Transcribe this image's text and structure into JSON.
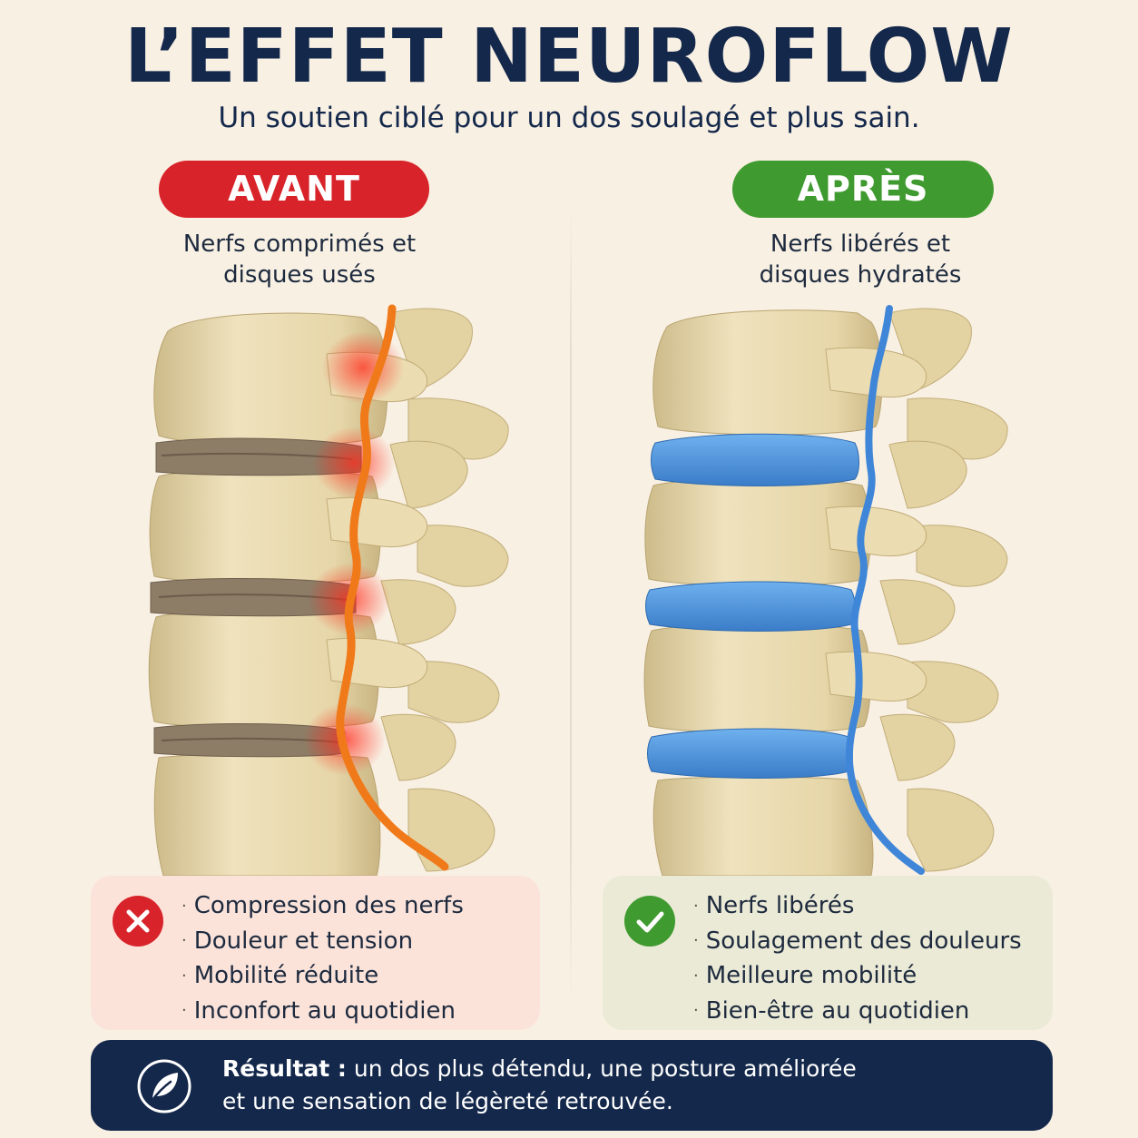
{
  "header": {
    "title": "L’EFFET NEUROFLOW",
    "subtitle": "Un soutien ciblé pour un dos soulagé et plus sain."
  },
  "before": {
    "label": "AVANT",
    "caption": "Nerfs comprimés et\ndisques usés",
    "status_icon": "cross-icon",
    "items": [
      "Compression des nerfs",
      "Douleur et tension",
      "Mobilité réduite",
      "Inconfort au quotidien"
    ]
  },
  "after": {
    "label": "APRÈS",
    "caption": "Nerfs libérés et\ndisques hydratés",
    "status_icon": "check-icon",
    "items": [
      "Nerfs libérés",
      "Soulagement des douleurs",
      "Meilleure mobilité",
      "Bien-être au quotidien"
    ]
  },
  "result": {
    "icon": "leaf-icon",
    "label": "Résultat :",
    "line1": " un dos plus détendu, une posture améliorée",
    "line2": "et une sensation de légèreté retrouvée."
  },
  "colors": {
    "navy": "#14284b",
    "red": "#d8232a",
    "green": "#3f9a2f",
    "bone": "#e9dcb6",
    "worn_disc": "#8d7c66",
    "healthy_disc": "#4a8fd6",
    "nerve_before": "#f07a1a",
    "nerve_after": "#3f86d8"
  }
}
